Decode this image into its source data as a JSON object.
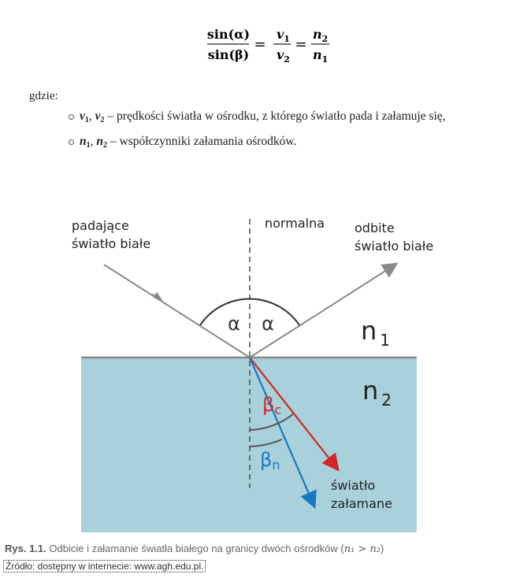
{
  "formula": {
    "frac1_num": "sin(α)",
    "frac1_den": "sin(β)",
    "frac2_num": "v",
    "frac2_num_sub": "1",
    "frac2_den": "v",
    "frac2_den_sub": "2",
    "frac3_num": "n",
    "frac3_num_sub": "2",
    "frac3_den": "n",
    "frac3_den_sub": "1",
    "eq": "="
  },
  "gdzie": "gdzie:",
  "defs": [
    {
      "sym_a": "v",
      "sub_a": "1",
      "sep": ", ",
      "sym_b": "v",
      "sub_b": "2",
      "text": " – prędkości światła w ośrodku, z którego światło pada i załamuje się,"
    },
    {
      "sym_a": "n",
      "sub_a": "1",
      "sep": ", ",
      "sym_b": "n",
      "sub_b": "2",
      "text": " – współczynniki załamania ośrodków."
    }
  ],
  "figure": {
    "incident_label_1": "padające",
    "incident_label_2": "światło białe",
    "normal_label": "normalna",
    "reflected_label_1": "odbite",
    "reflected_label_2": "światło białe",
    "alpha_left": "α",
    "alpha_right": "α",
    "n1_main": "n",
    "n1_sub": "1",
    "n2_main": "n",
    "n2_sub": "2",
    "beta_c": "β",
    "beta_c_sub": "c",
    "beta_n": "β",
    "beta_n_sub": "n",
    "refracted_label_1": "światło",
    "refracted_label_2": "załamane",
    "colors": {
      "medium2": "#a8d1dc",
      "red_ray": "#d32525",
      "blue_ray": "#1a78c2",
      "gray_ray": "#8a8a8a",
      "interface": "#888888"
    }
  },
  "caption": {
    "label": "Rys. 1.1.",
    "text": " Odbicie i załamanie światła białego na granicy dwóch ośrodków (",
    "math": "n₁ > n₂",
    "end": ")"
  },
  "source": "Źródło: dostępny w internecie: www.agh.edu.pl."
}
